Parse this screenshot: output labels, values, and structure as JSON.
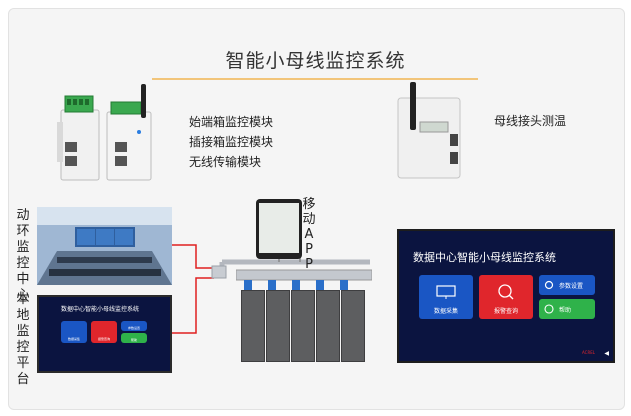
{
  "title": "智能小母线监控系统",
  "modules": {
    "line1": "始端箱监控模块",
    "line2": "插接箱监控模块",
    "line3": "无线传输模块"
  },
  "temp_label": "母线接头测温",
  "mobile_label": "移动APP",
  "left_labels": {
    "dynamic": "动环监控中心",
    "local": "本地监控平台"
  },
  "big_screen": {
    "title": "数据中心智能小母线监控系统",
    "tiles": [
      "数据采集",
      "报警查询",
      "参数设置",
      "帮助"
    ],
    "footer_brand": "ACREL"
  },
  "small_screen": {
    "title": "数据中心智能小母线监控系统",
    "tiles": [
      "数据采集",
      "报警查询",
      "参数设置",
      "帮助"
    ]
  },
  "colors": {
    "accent_line": "#f2c57a",
    "connector": "#e02020",
    "screen_bg": "#0b1440",
    "tile_blue": "#1a56c4",
    "tile_red": "#e0262c",
    "tile_green": "#2fb24a"
  }
}
